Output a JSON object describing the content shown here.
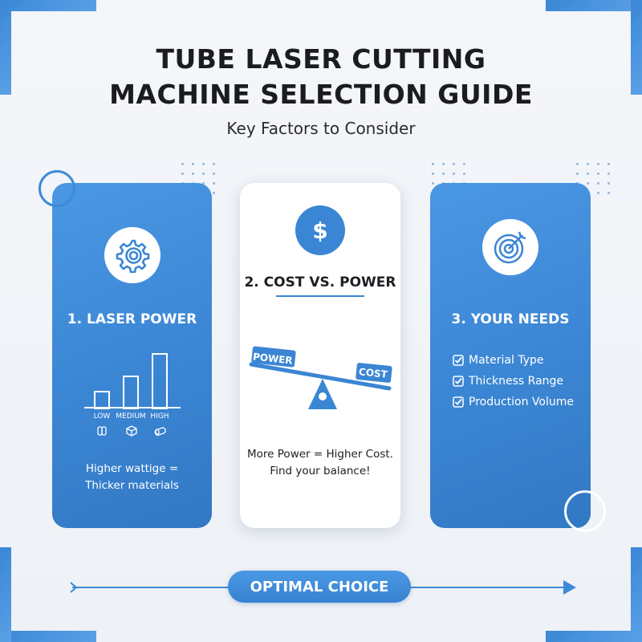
{
  "header": {
    "title_line1": "TUBE LASER CUTTING",
    "title_line2": "MACHINE SELECTION GUIDE",
    "subtitle": "Key Factors to Consider"
  },
  "cards": [
    {
      "title": "1. LASER POWER",
      "icon": "gear-icon",
      "bar_labels": [
        "LOW",
        "MEDIUM",
        "HIGH"
      ],
      "bar_levels": [
        0.33,
        0.6,
        1.0
      ],
      "body_line1": "Higher wattige =",
      "body_line2": "Thicker materials"
    },
    {
      "title": "2. COST VS. POWER",
      "icon": "dollar-icon",
      "scale_left": "POWER",
      "scale_right": "COST",
      "body_line1": "More Power = Higher Cost.",
      "body_line2": "Find your balance!"
    },
    {
      "title": "3. YOUR NEEDS",
      "icon": "target-icon",
      "items": [
        "Material Type",
        "Thickness Range",
        "Production Volume"
      ]
    }
  ],
  "footer": {
    "label": "OPTIMAL CHOICE"
  },
  "colors": {
    "accent": "#3b86d4",
    "text": "#1e1e24",
    "background": "#f2f4f8"
  }
}
